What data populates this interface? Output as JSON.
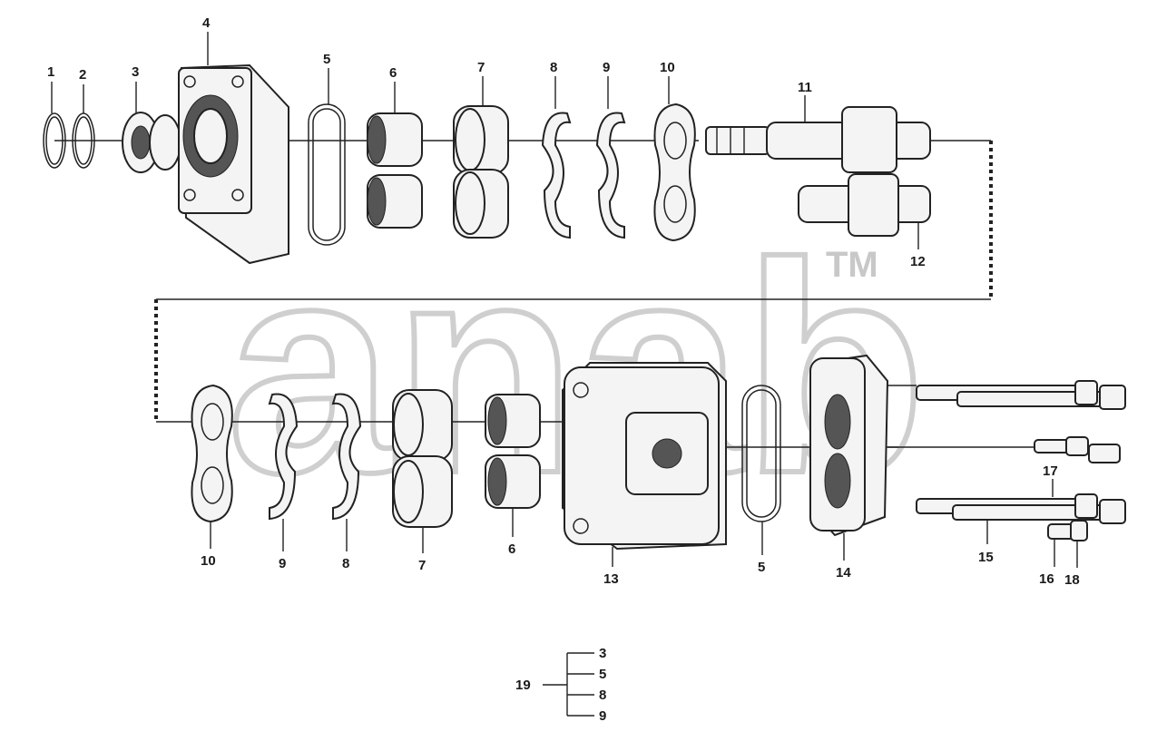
{
  "watermark": {
    "brand": "anab",
    "tm": "TM"
  },
  "upper_labels": {
    "l1": "1",
    "l2": "2",
    "l3": "3",
    "l4": "4",
    "l5": "5",
    "l6": "6",
    "l7": "7",
    "l8": "8",
    "l9": "9",
    "l10": "10",
    "l11": "11",
    "l12": "12"
  },
  "lower_labels": {
    "l10": "10",
    "l9": "9",
    "l8": "8",
    "l7": "7",
    "l6": "6",
    "l13": "13",
    "l5": "5",
    "l14": "14",
    "l15": "15",
    "l16": "16",
    "l17": "17",
    "l18": "18"
  },
  "kit": {
    "id": "19",
    "items": [
      "3",
      "5",
      "8",
      "9"
    ]
  }
}
